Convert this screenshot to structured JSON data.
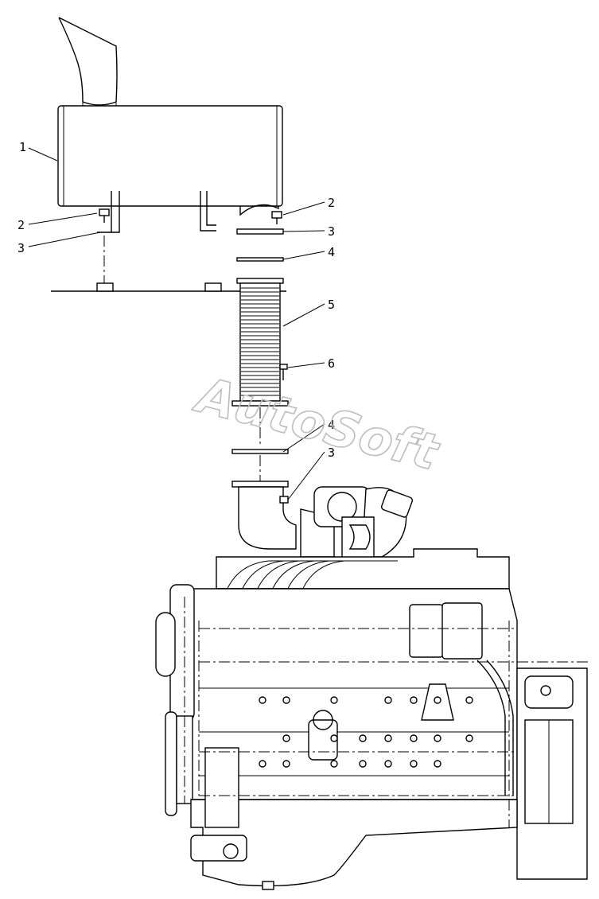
{
  "watermark": "AutoSoft",
  "callouts": [
    {
      "id": "c1",
      "label": "1"
    },
    {
      "id": "c2a",
      "label": "2"
    },
    {
      "id": "c3a",
      "label": "3"
    },
    {
      "id": "c2b",
      "label": "2"
    },
    {
      "id": "c3b",
      "label": "3"
    },
    {
      "id": "c4a",
      "label": "4"
    },
    {
      "id": "c5",
      "label": "5"
    },
    {
      "id": "c6",
      "label": "6"
    },
    {
      "id": "c4b",
      "label": "4"
    },
    {
      "id": "c3c",
      "label": "3"
    }
  ]
}
